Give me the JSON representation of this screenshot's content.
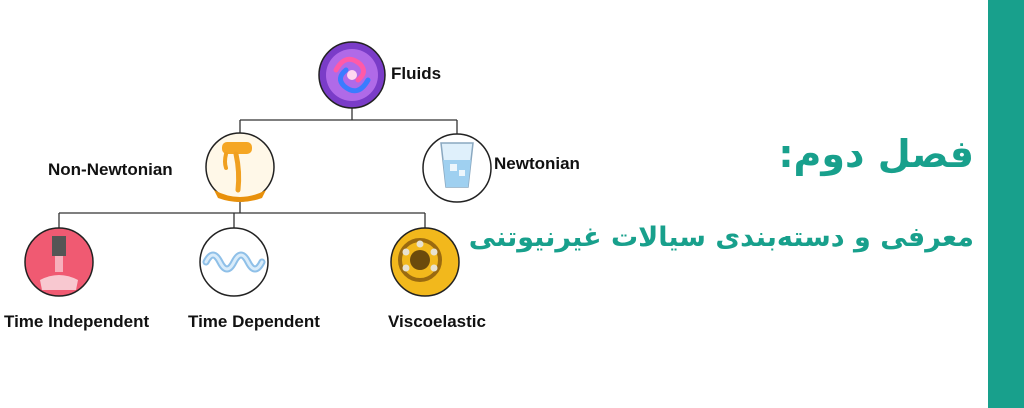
{
  "diagram": {
    "root": {
      "label": "Fluids",
      "icon": "swirl-icon"
    },
    "level1": [
      {
        "label": "Non-Newtonian",
        "icon": "honey-icon"
      },
      {
        "label": "Newtonian",
        "icon": "water-glass-icon"
      }
    ],
    "level2": [
      {
        "label": "Time Independent",
        "icon": "pen-icon"
      },
      {
        "label": "Time Dependent",
        "icon": "wave-icon"
      },
      {
        "label": "Viscoelastic",
        "icon": "bearing-icon"
      }
    ]
  },
  "heading": {
    "title": "فصل دوم:",
    "subtitle": "معرفی و دسته‌بندی سیالات غیرنیوتنی"
  },
  "colors": {
    "accent": "#18a08c",
    "line": "#333333",
    "label": "#111111"
  }
}
